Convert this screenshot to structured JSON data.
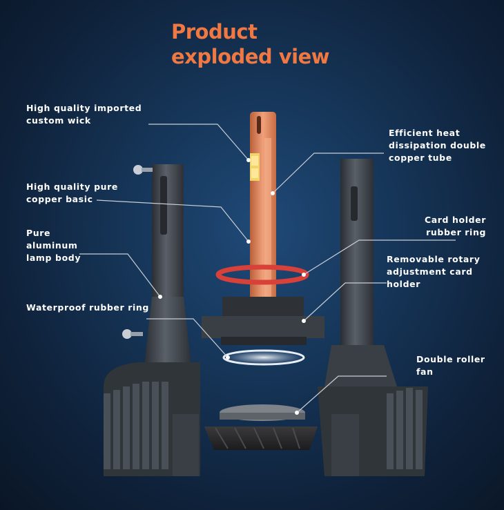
{
  "title": {
    "line1": "Product",
    "line2": "exploded view"
  },
  "labels": {
    "wick": [
      "High quality imported",
      "custom wick"
    ],
    "copper_basic": [
      "High quality pure",
      "copper basic"
    ],
    "aluminum_body": [
      "Pure",
      "aluminum",
      "lamp body"
    ],
    "waterproof_ring": [
      "Waterproof rubber ring"
    ],
    "copper_tube": [
      "Efficient heat",
      "dissipation double",
      "copper tube"
    ],
    "card_holder_ring": [
      "Card holder",
      "rubber ring"
    ],
    "rotary_holder": [
      "Removable rotary",
      "adjustment card",
      "holder"
    ],
    "fan": [
      "Double roller",
      "fan"
    ]
  },
  "colors": {
    "title": "#f07843",
    "label_text": "#ffffff",
    "leader_line": "#c9ced6",
    "copper": "#e0865a",
    "rubber_ring": "#d8403a",
    "aluminum": "#3d4248"
  }
}
